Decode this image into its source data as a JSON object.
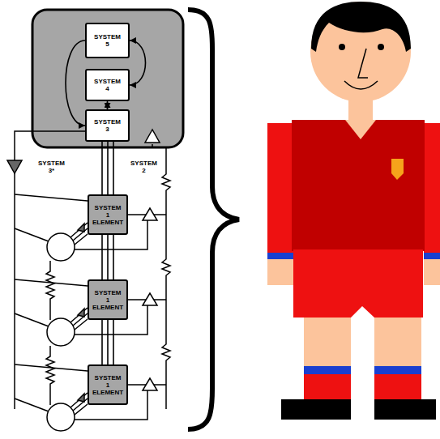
{
  "diagram": {
    "nodes": [
      {
        "text": [
          "SYSTEM 5"
        ]
      },
      {
        "text": [
          "SYSTEM 4"
        ]
      },
      {
        "text": [
          "SYSTEM 3"
        ]
      },
      {
        "text": [
          "SYSTEM 1 ELEMENT"
        ]
      },
      {
        "text": [
          "SYSTEM 1 ELEMENT"
        ]
      },
      {
        "text": [
          "SYSTEM 1 ELEMENT"
        ]
      }
    ],
    "edges": [
      {
        "from": 0,
        "to": 1,
        "arrow": "both"
      },
      {
        "from": 1,
        "to": 2,
        "arrow": "both"
      },
      {
        "from": 0,
        "to": 2,
        "arrow": "to"
      },
      {
        "from": 2,
        "to": 3,
        "arrow": "none"
      },
      {
        "from": 3,
        "to": 4,
        "arrow": "none"
      },
      {
        "from": 4,
        "to": 5,
        "arrow": "none"
      }
    ],
    "labels": [
      "SYSTEM 3*",
      "SYSTEM 2"
    ]
  }
}
